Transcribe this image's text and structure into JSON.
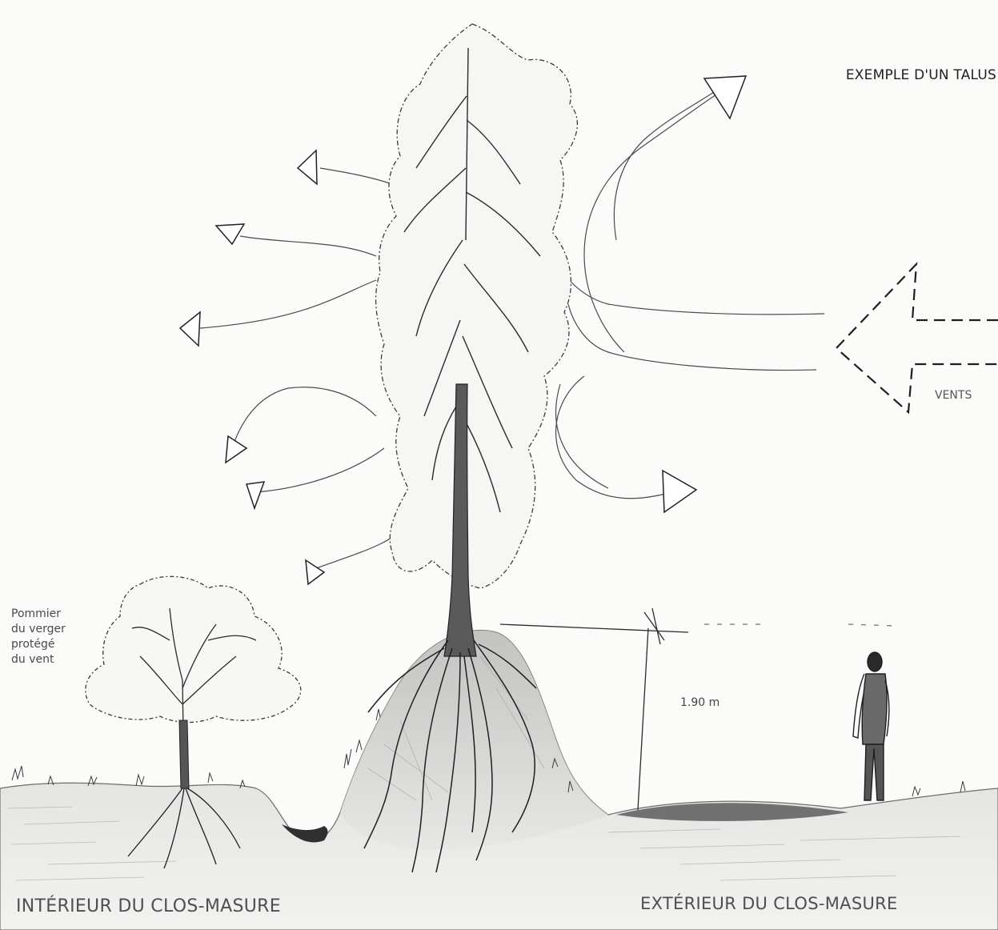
{
  "title": "EXEMPLE D'UN TALUS",
  "wind_label": "VENTS",
  "height_label": "1.90 m",
  "apple_tree_note": [
    "Pommier",
    "du verger",
    "protégé",
    "du vent"
  ],
  "interior_label": "INTÉRIEUR DU CLOS-MASURE",
  "exterior_label": "EXTÉRIEUR DU CLOS-MASURE",
  "colors": {
    "paper": "#fbfbfa",
    "pencil": "#2b2b2b",
    "ground_shade": "#8a8a8a"
  }
}
